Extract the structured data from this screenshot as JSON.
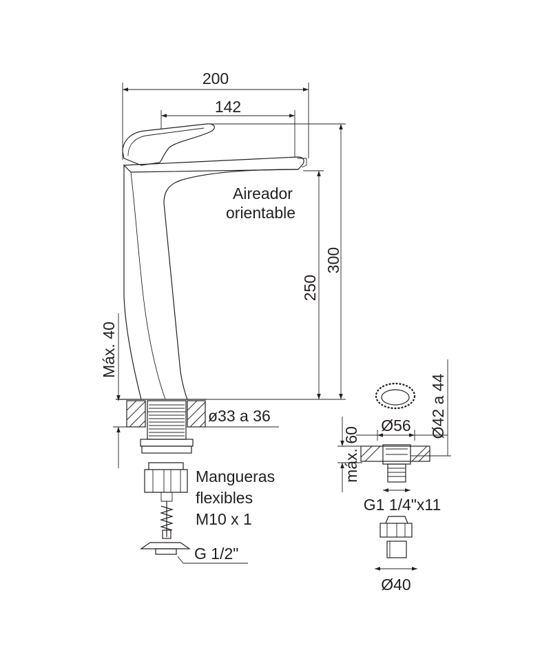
{
  "dimensions": {
    "overall_width": "200",
    "spout_reach": "142",
    "total_height": "300",
    "spout_height": "250",
    "max_deck_thickness": "Máx. 40",
    "hole_diameter": "ø33 a 36",
    "drain_cap_diameter": "Ø56",
    "drain_hole_range": "Ø42 a 44",
    "drain_max_thickness": "máx. 60",
    "drain_thread": "G1 1/4\"x11",
    "drain_outlet_diameter": "Ø40"
  },
  "labels": {
    "aerator_line1": "Aireador",
    "aerator_line2": "orientable",
    "hoses_line1": "Mangueras",
    "hoses_line2": "flexibles",
    "hoses_line3": "M10 x 1",
    "inlet_thread": "G 1/2\""
  }
}
